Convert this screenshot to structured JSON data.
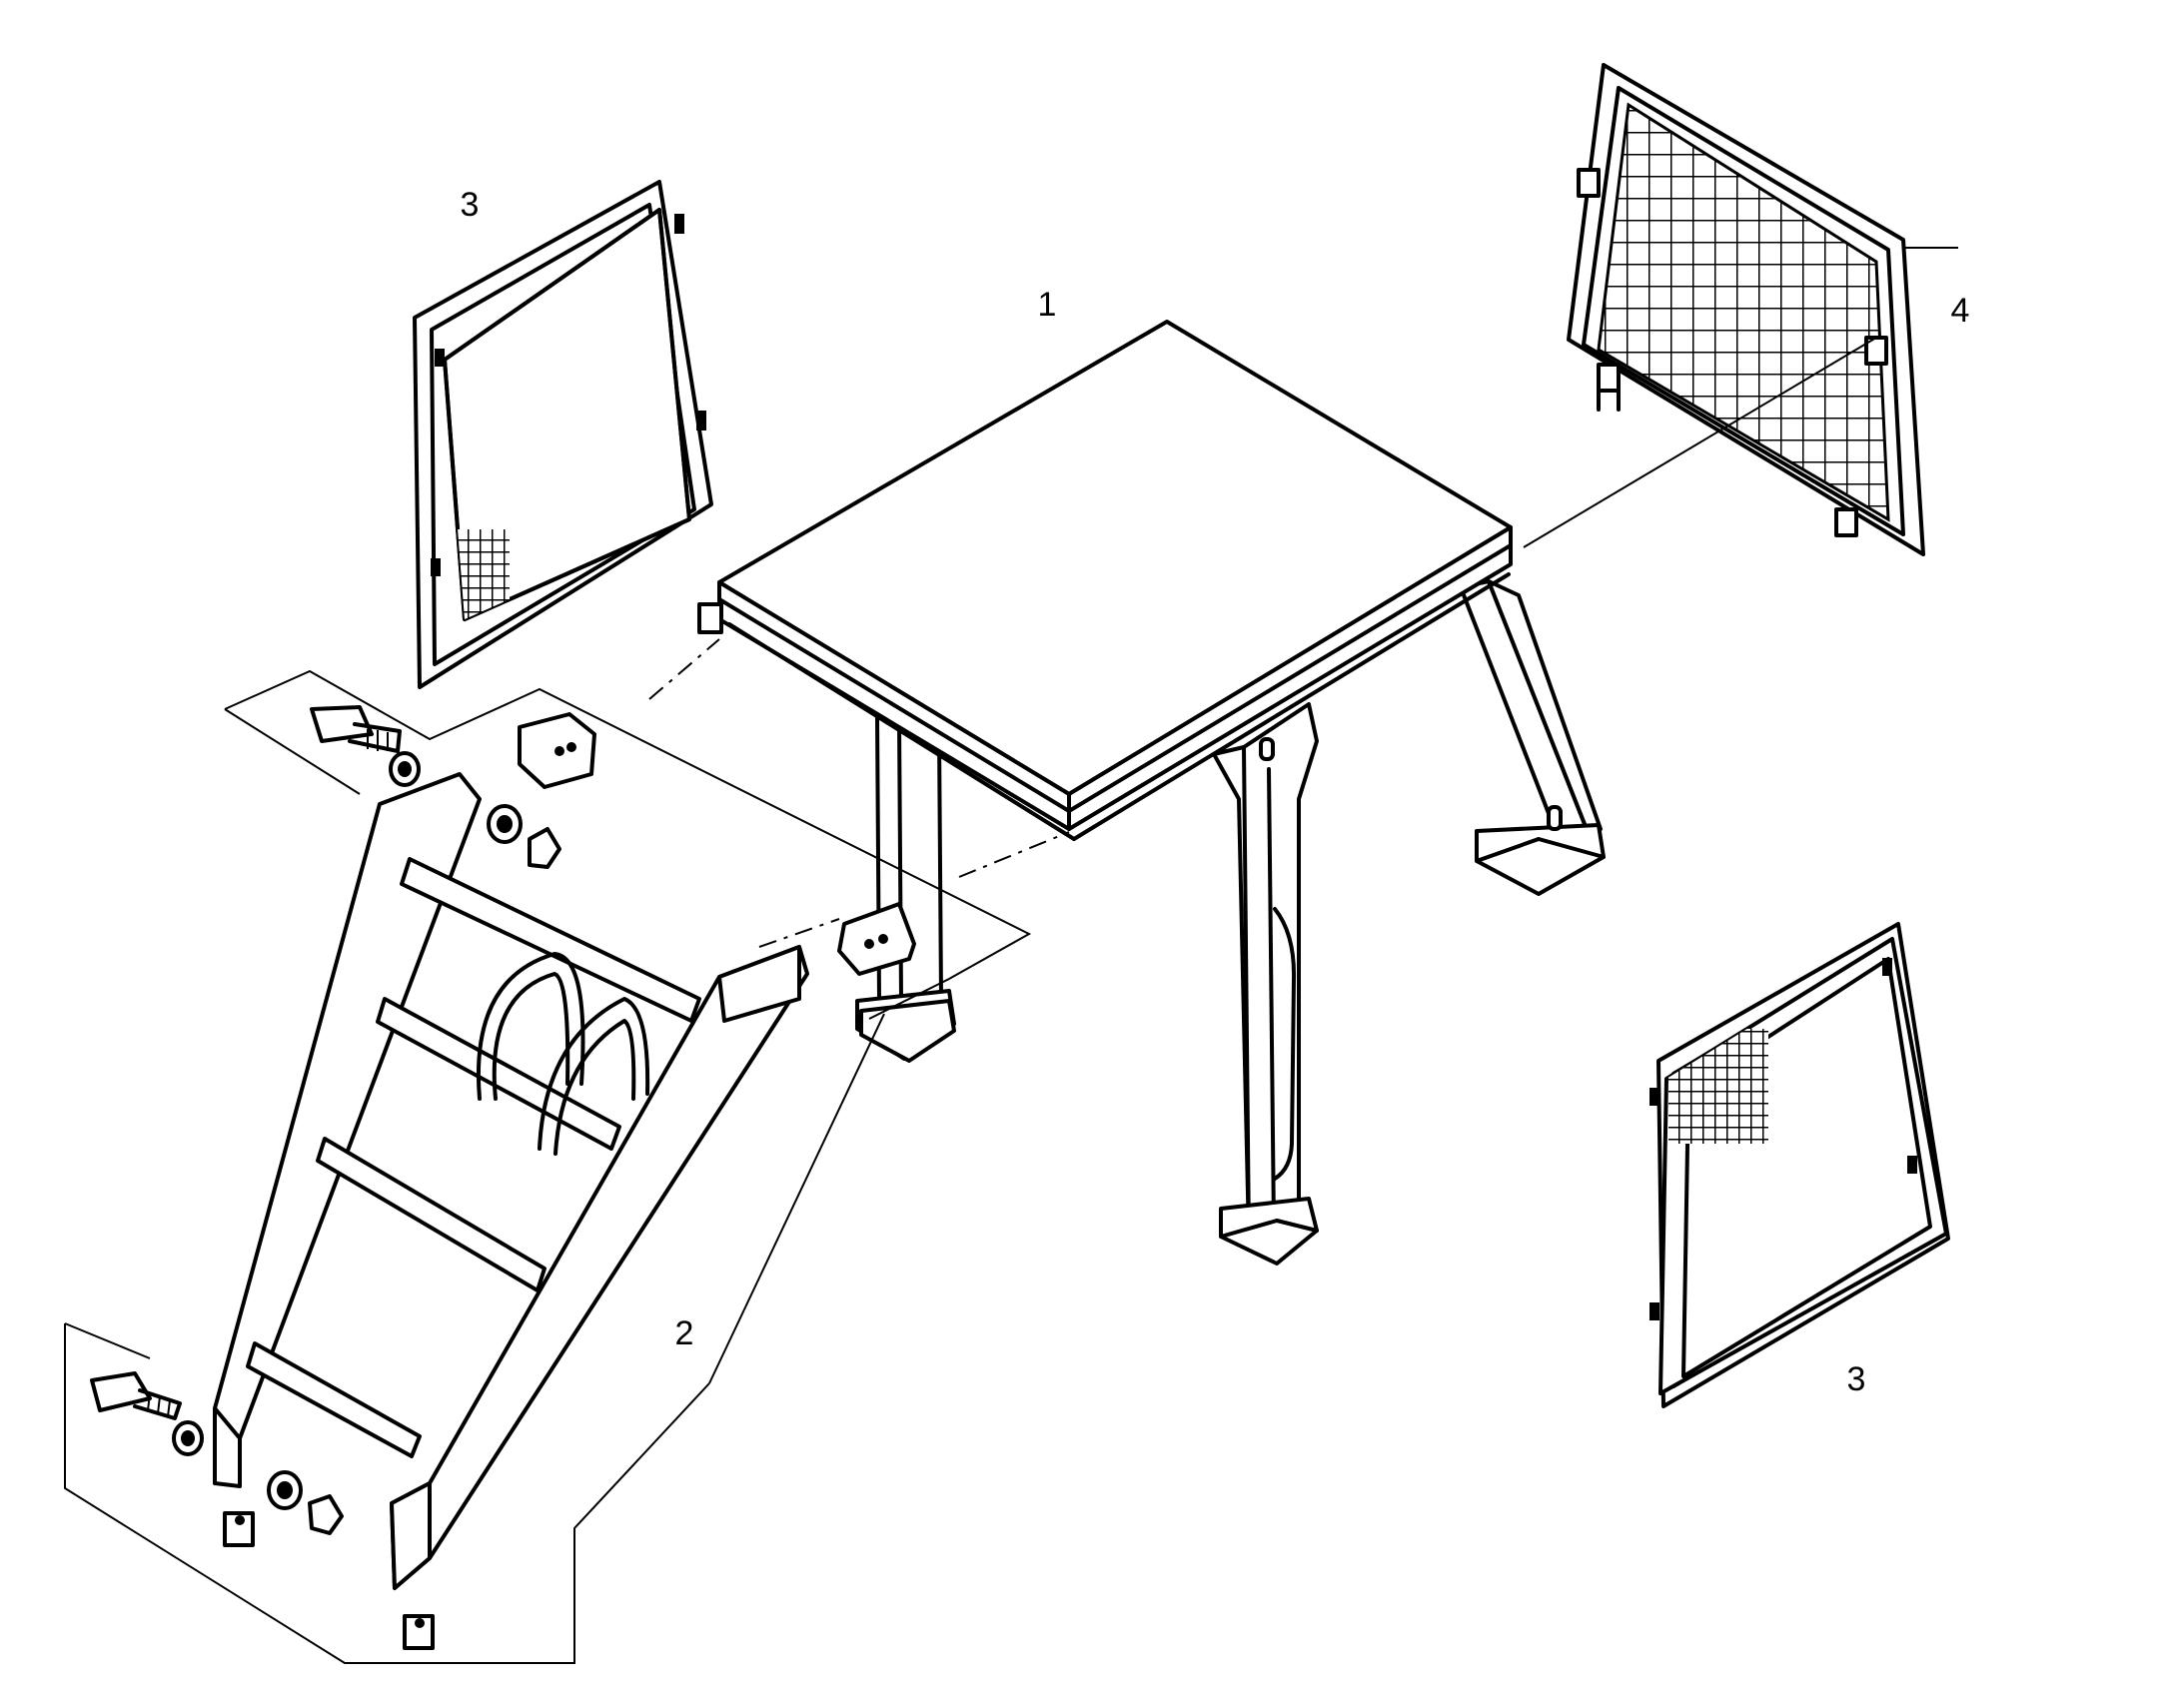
{
  "diagram": {
    "callouts": [
      {
        "id": "platform",
        "label": "1"
      },
      {
        "id": "ladder",
        "label": "2"
      },
      {
        "id": "side-panel-left",
        "label": "3"
      },
      {
        "id": "side-panel-right",
        "label": "3"
      },
      {
        "id": "rear-mesh-panel",
        "label": "4"
      }
    ],
    "stroke_color": "#000000",
    "background_color": "#ffffff"
  }
}
